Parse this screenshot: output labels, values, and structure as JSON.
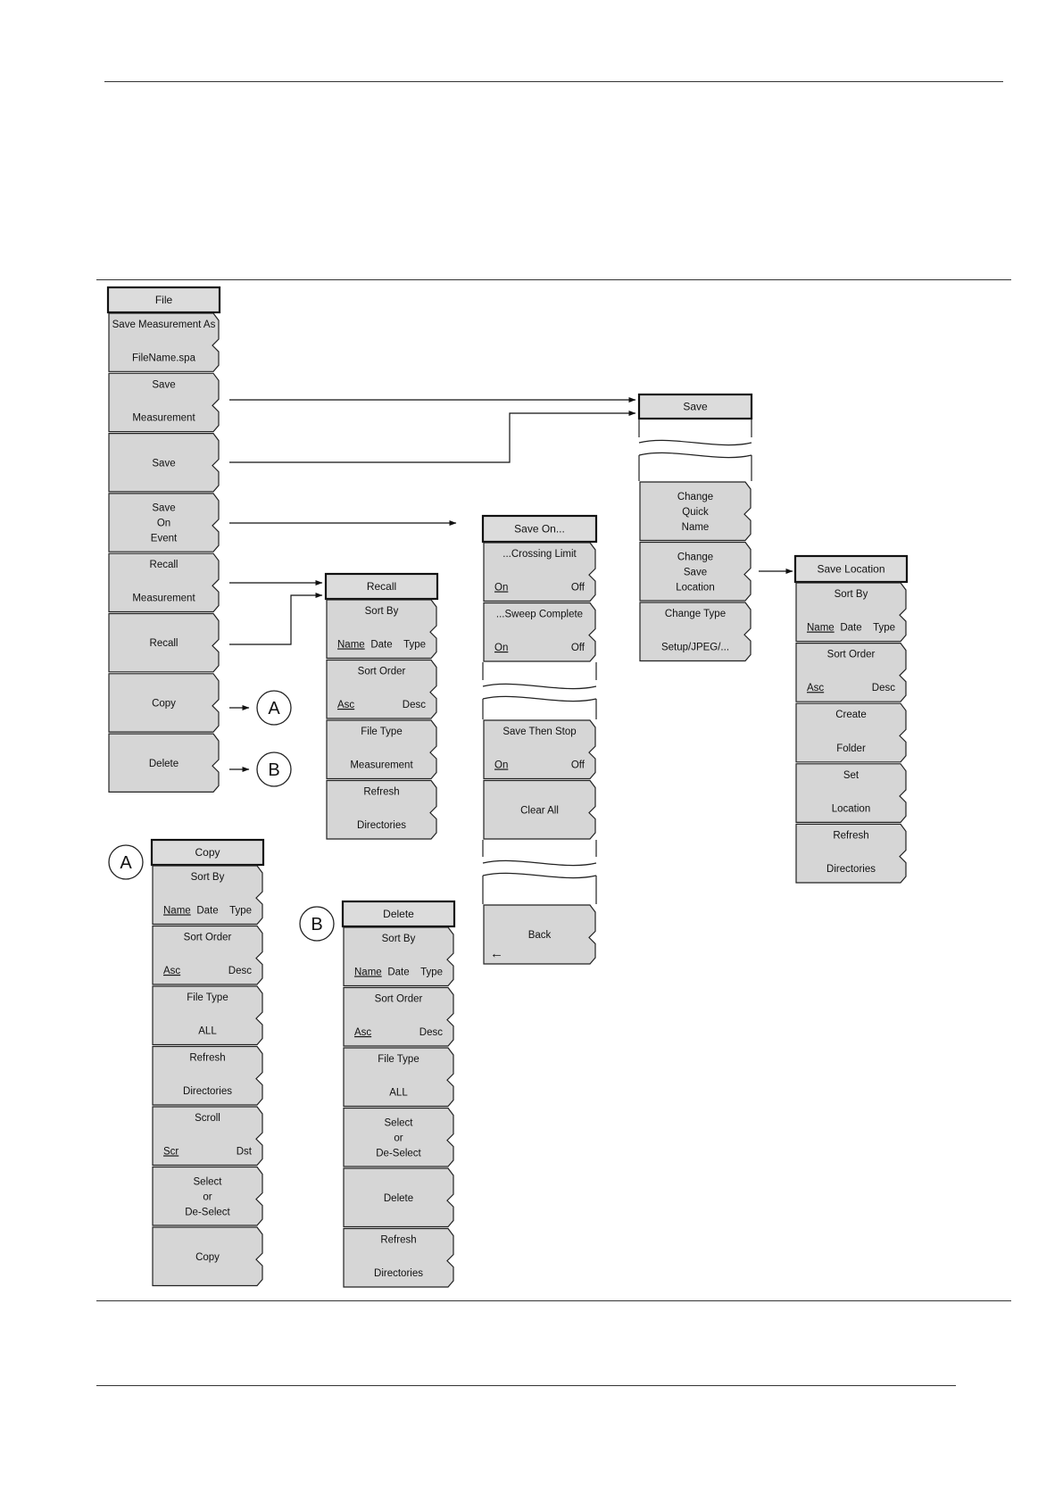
{
  "menus": {
    "file": {
      "title": "File",
      "keys": [
        {
          "lines": [
            "Save Measurement As",
            "FileName.spa"
          ]
        },
        {
          "lines": [
            "Save",
            "Measurement"
          ]
        },
        {
          "lines": [
            "Save"
          ]
        },
        {
          "lines": [
            "Save",
            "On",
            "Event"
          ]
        },
        {
          "lines": [
            "Recall",
            "Measurement"
          ]
        },
        {
          "lines": [
            "Recall"
          ]
        },
        {
          "lines": [
            "Copy"
          ]
        },
        {
          "lines": [
            "Delete"
          ]
        }
      ]
    },
    "recall": {
      "title": "Recall",
      "keys": [
        {
          "lines": [
            "Sort By"
          ],
          "options": [
            "Name",
            "Date",
            "Type"
          ],
          "selected": 0
        },
        {
          "lines": [
            "Sort Order"
          ],
          "options": [
            "Asc",
            "Desc"
          ],
          "selected": 0
        },
        {
          "lines": [
            "File Type",
            "Measurement"
          ]
        },
        {
          "lines": [
            "Refresh",
            "Directories"
          ]
        }
      ]
    },
    "save_on": {
      "title": "Save On...",
      "keys_top": [
        {
          "lines": [
            "...Crossing Limit"
          ],
          "options": [
            "On",
            "Off"
          ],
          "selected": 0
        },
        {
          "lines": [
            "...Sweep Complete"
          ],
          "options": [
            "On",
            "Off"
          ],
          "selected": 0
        }
      ],
      "keys_mid": [
        {
          "lines": [
            "Save Then Stop"
          ],
          "options": [
            "On",
            "Off"
          ],
          "selected": 0
        },
        {
          "lines": [
            "Clear All"
          ]
        }
      ],
      "keys_bottom": [
        {
          "lines": [
            "Back"
          ],
          "back_arrow": "←"
        }
      ]
    },
    "save": {
      "title": "Save",
      "keys": [
        {
          "lines": [
            "Change",
            "Quick",
            "Name"
          ]
        },
        {
          "lines": [
            "Change",
            "Save",
            "Location"
          ]
        },
        {
          "lines": [
            "Change Type",
            "Setup/JPEG/..."
          ]
        }
      ]
    },
    "save_location": {
      "title": "Save Location",
      "keys": [
        {
          "lines": [
            "Sort By"
          ],
          "options": [
            "Name",
            "Date",
            "Type"
          ],
          "selected": 0
        },
        {
          "lines": [
            "Sort Order"
          ],
          "options": [
            "Asc",
            "Desc"
          ],
          "selected": 0
        },
        {
          "lines": [
            "Create",
            "Folder"
          ]
        },
        {
          "lines": [
            "Set",
            "Location"
          ]
        },
        {
          "lines": [
            "Refresh",
            "Directories"
          ]
        }
      ]
    },
    "copy": {
      "title": "Copy",
      "keys": [
        {
          "lines": [
            "Sort By"
          ],
          "options": [
            "Name",
            "Date",
            "Type"
          ],
          "selected": 0
        },
        {
          "lines": [
            "Sort Order"
          ],
          "options": [
            "Asc",
            "Desc"
          ],
          "selected": 0
        },
        {
          "lines": [
            "File Type",
            "ALL"
          ]
        },
        {
          "lines": [
            "Refresh",
            "Directories"
          ]
        },
        {
          "lines": [
            "Scroll"
          ],
          "options": [
            "Scr",
            "Dst"
          ],
          "selected": 0
        },
        {
          "lines": [
            "Select",
            "or",
            "De-Select"
          ]
        },
        {
          "lines": [
            "Copy"
          ]
        }
      ]
    },
    "delete": {
      "title": "Delete",
      "keys": [
        {
          "lines": [
            "Sort By"
          ],
          "options": [
            "Name",
            "Date",
            "Type"
          ],
          "selected": 0
        },
        {
          "lines": [
            "Sort Order"
          ],
          "options": [
            "Asc",
            "Desc"
          ],
          "selected": 0
        },
        {
          "lines": [
            "File Type",
            "ALL"
          ]
        },
        {
          "lines": [
            "Select",
            "or",
            "De-Select"
          ]
        },
        {
          "lines": [
            "Delete"
          ]
        },
        {
          "lines": [
            "Refresh",
            "Directories"
          ]
        }
      ]
    }
  },
  "connectors": {
    "a": "A",
    "b": "B"
  }
}
